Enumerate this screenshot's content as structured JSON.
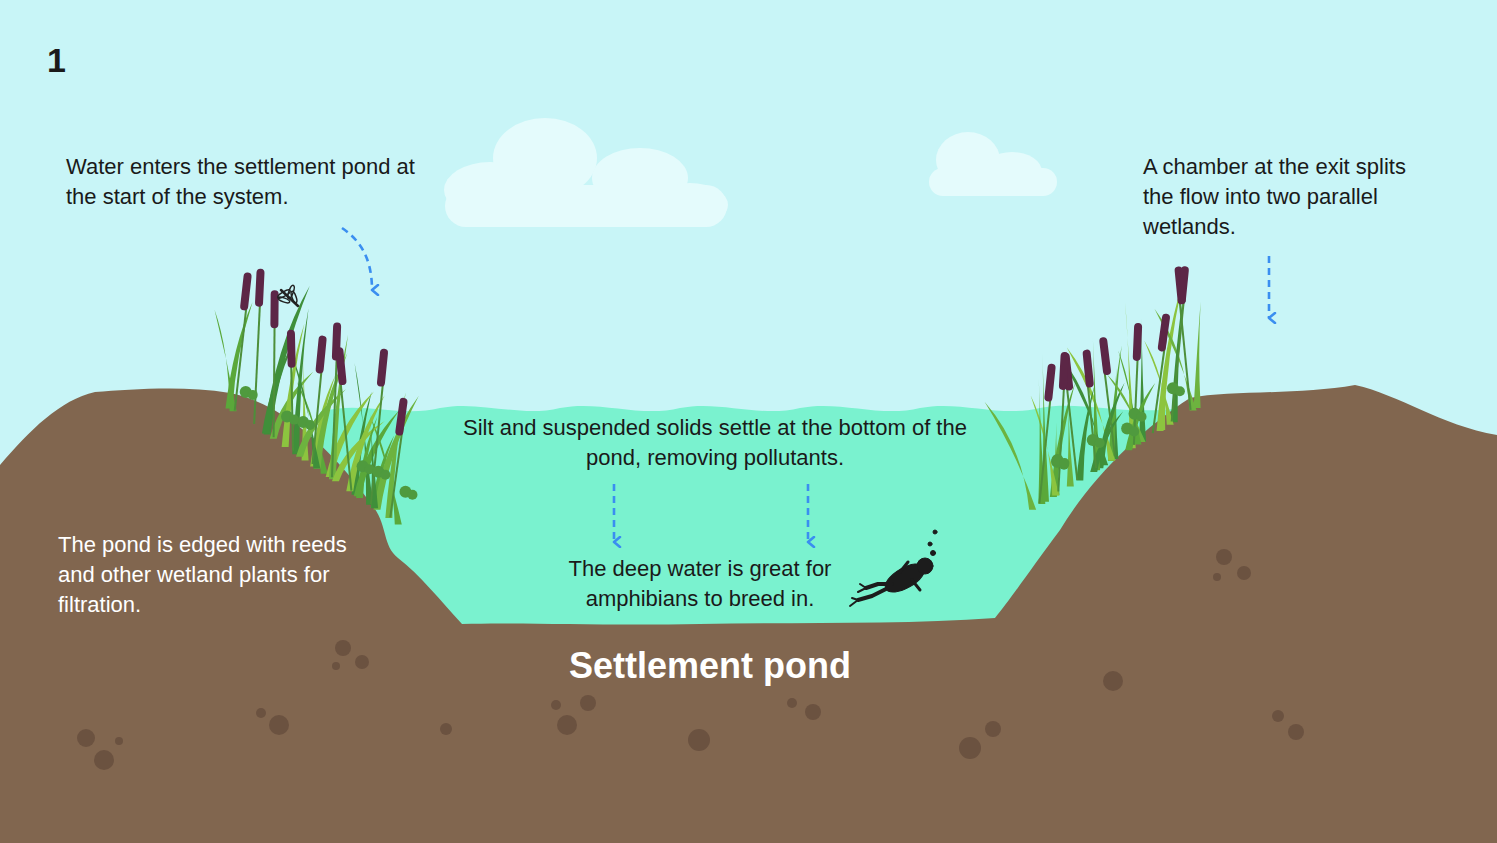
{
  "diagram": {
    "labels": [
      "1",
      "Water enters the settlement pond at the start of the system.",
      "A chamber at the exit splits the flow into two parallel wetlands.",
      "Silt and suspended solids settle at the bottom of the pond, removing pollutants.",
      "The pond is edged with reeds and other wetland plants for filtration.",
      "The deep water is great for amphibians to breed in.",
      "Settlement pond"
    ]
  }
}
